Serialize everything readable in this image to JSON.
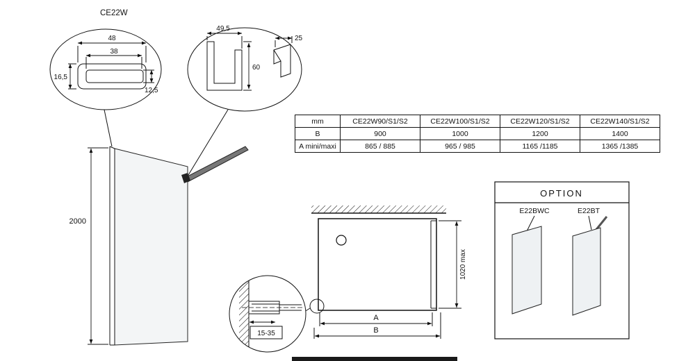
{
  "detail_profile": {
    "title": "CE22W",
    "dim_width_outer": "48",
    "dim_width_inner": "38",
    "dim_height_left": "16,5",
    "dim_height_right": "12,5"
  },
  "detail_bracket": {
    "dim_width": "49,5",
    "dim_height": "60",
    "dim_depth": "25"
  },
  "elevation": {
    "dim_height": "2000"
  },
  "plan": {
    "dim_depth": "1020 max",
    "dim_a_label": "A",
    "dim_b_label": "B"
  },
  "detail_adjust": {
    "dim_range": "15-35"
  },
  "size_table": {
    "unit_header": "mm",
    "col_headers": [
      "CE22W90/S1/S2",
      "CE22W100/S1/S2",
      "CE22W120/S1/S2",
      "CE22W140/S1/S2"
    ],
    "rows": [
      {
        "label": "B",
        "values": [
          "900",
          "1000",
          "1200",
          "1400"
        ]
      },
      {
        "label": "A mini/maxi",
        "values": [
          "865 / 885",
          "965 / 985",
          "1165 /1185",
          "1365 /1385"
        ]
      }
    ]
  },
  "option_box": {
    "title": "OPTION",
    "item1": "E22BWC",
    "item2": "E22BT"
  }
}
